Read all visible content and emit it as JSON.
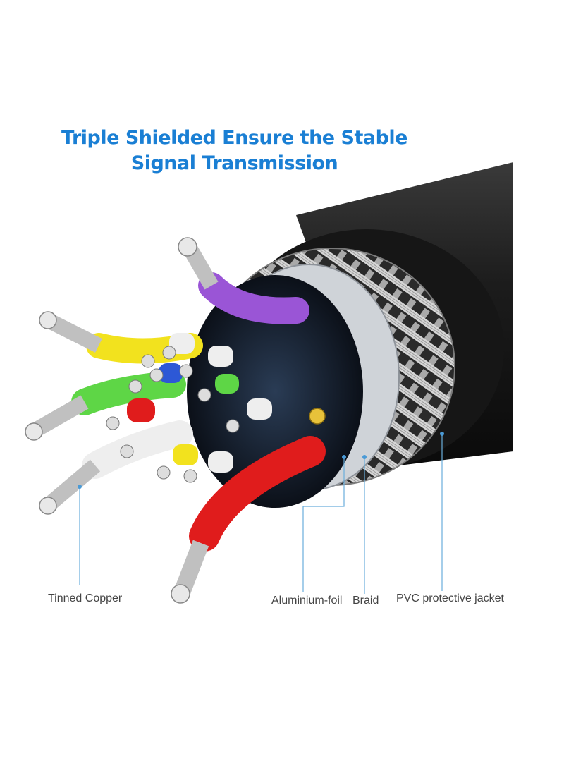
{
  "title": {
    "line1": "Triple Shielded Ensure the Stable",
    "line2": "Signal Transmission"
  },
  "labels": {
    "tinned_copper": "Tinned Copper",
    "aluminium_foil": "Aluminium-foil",
    "braid": "Braid",
    "pvc_jacket": "PVC protective jacket"
  },
  "colors": {
    "title": "#1a7fd4",
    "callout_line": "#6aaedc",
    "jacket": "#1c1c1c",
    "braid": "#c9c9c9",
    "wire_yellow": "#f2e21e",
    "wire_green": "#5ed646",
    "wire_white": "#eeeeee",
    "wire_red": "#e01c1c",
    "wire_purple": "#9a55d6",
    "wire_blue": "#2d58d6",
    "copper_strand": "#b8b8b8"
  }
}
